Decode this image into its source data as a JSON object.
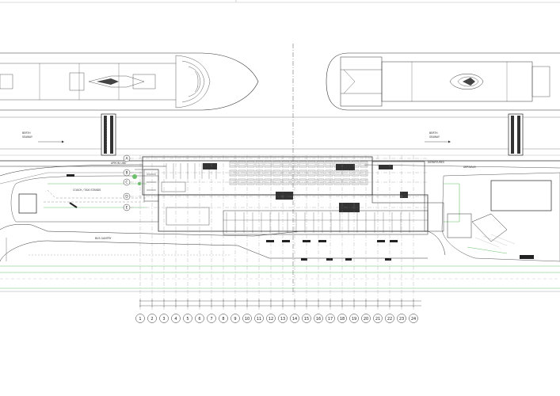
{
  "labels": {
    "berth_left": [
      "BERTH",
      "SEAWAY"
    ],
    "berth_right": [
      "BERTH",
      "SEAWAY"
    ],
    "apron": "APRON LINE",
    "forecourt": "FORECOURT",
    "coach": "COACH / TAXI STANDS",
    "bus": "BUS GANTRY",
    "departures": "DEPARTURES",
    "arrivals": "ARRIVALS"
  },
  "grid_columns": [
    "1",
    "2",
    "3",
    "4",
    "5",
    "6",
    "7",
    "8",
    "9",
    "10",
    "11",
    "12",
    "13",
    "14",
    "15",
    "16",
    "17",
    "18",
    "19",
    "20",
    "21",
    "22",
    "23",
    "24"
  ],
  "grid_rows": [
    "A",
    "B",
    "C",
    "D",
    "E"
  ],
  "colors": {
    "line": "#333333",
    "light": "#9a9a9a",
    "green": "#6cc06c",
    "dark": "#222222"
  }
}
